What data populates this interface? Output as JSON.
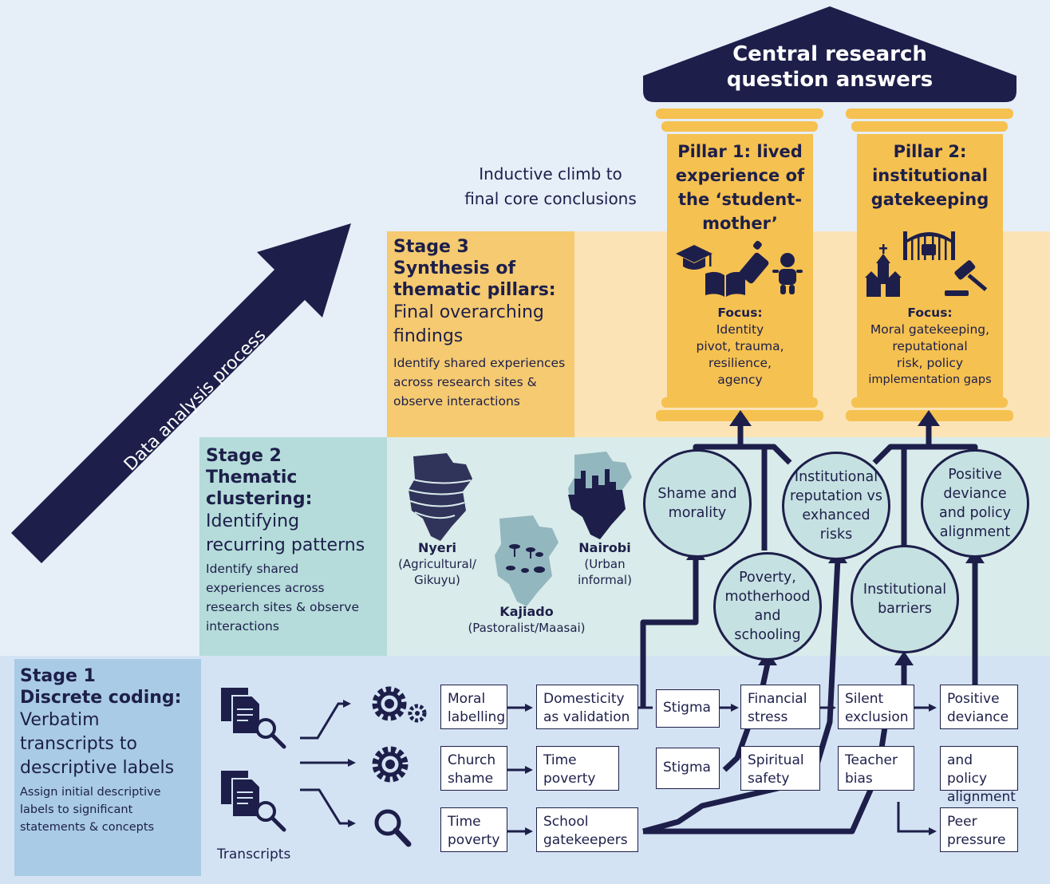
{
  "roof": {
    "line1": "Central research",
    "line2": "question answers"
  },
  "climb_caption": {
    "line1": "Inductive climb to",
    "line2": "final core conclusions"
  },
  "process_arrow_label": "Data analysis process",
  "stage3": {
    "num": "Stage 3",
    "title_line1": "Synthesis of",
    "title_line2": "thematic pillars:",
    "subtitle_line1": "Final overarching",
    "subtitle_line2": "findings",
    "desc_line1": "Identify shared experiences",
    "desc_line2": "across research sites &",
    "desc_line3": "observe interactions"
  },
  "stage2": {
    "num": "Stage 2",
    "title_line1": "Thematic",
    "title_line2": "clustering:",
    "subtitle_line1": "Identifying",
    "subtitle_line2": "recurring patterns",
    "desc_line1": "Identify shared",
    "desc_line2": "experiences across",
    "desc_line3": "research sites & observe",
    "desc_line4": "interactions"
  },
  "stage1": {
    "num": "Stage 1",
    "title": "Discrete coding:",
    "subtitle_line1": "Verbatim",
    "subtitle_line2": "transcripts to",
    "subtitle_line3": "descriptive labels",
    "desc_line1": "Assign initial descriptive",
    "desc_line2": "labels to significant",
    "desc_line3": "statements & concepts"
  },
  "pillar1": {
    "title_line1": "Pillar 1: lived",
    "title_line2": "experience of",
    "title_line3": "the ‘student-",
    "title_line4": "mother’",
    "focus_label": "Focus:",
    "focus_line1": "Identity",
    "focus_line2": "pivot, trauma,",
    "focus_line3": "resilience,",
    "focus_line4": "agency"
  },
  "pillar2": {
    "title_line1": "Pillar 2:",
    "title_line2": "institutional",
    "title_line3": "gatekeeping",
    "focus_label": "Focus:",
    "focus_line1": "Moral gatekeeping,",
    "focus_line2": "reputational",
    "focus_line3": "risk, policy",
    "focus_line4": "implementation gaps"
  },
  "regions": {
    "nyeri": {
      "name": "Nyeri",
      "desc_line1": "(Agricultural/",
      "desc_line2": "Gikuyu)"
    },
    "nairobi": {
      "name": "Nairobi",
      "desc_line1": "(Urban",
      "desc_line2": "informal)"
    },
    "kajiado": {
      "name": "Kajiado",
      "desc_line1": "(Pastoralist/Maasai)"
    }
  },
  "themes": {
    "shame": {
      "line1": "Shame and",
      "line2": "morality"
    },
    "institutional_reputation": {
      "line1": "Institutional",
      "line2": "reputation vs",
      "line3": "exhanced",
      "line4": "risks"
    },
    "positive_deviance": {
      "line1": "Positive",
      "line2": "deviance",
      "line3": "and policy",
      "line4": "alignment"
    },
    "poverty": {
      "line1": "Poverty,",
      "line2": "motherhood",
      "line3": "and",
      "line4": "schooling"
    },
    "institutional_barriers": {
      "line1": "Institutional",
      "line2": "barriers"
    }
  },
  "transcripts_label": "Transcripts",
  "codes": {
    "r1": [
      {
        "line1": "Moral",
        "line2": "labelling"
      },
      {
        "line1": "Domesticity",
        "line2": "as validation"
      },
      {
        "line1": "Stigma",
        "line2": ""
      },
      {
        "line1": "Financial",
        "line2": "stress"
      },
      {
        "line1": "Silent",
        "line2": "exclusion"
      },
      {
        "line1": "Positive",
        "line2": "deviance"
      }
    ],
    "r2": [
      {
        "line1": "Church",
        "line2": "shame"
      },
      {
        "line1": "Time",
        "line2": "poverty"
      },
      {
        "line1": "Stigma",
        "line2": ""
      },
      {
        "line1": "Spiritual",
        "line2": "safety"
      },
      {
        "line1": "Teacher",
        "line2": "bias"
      },
      {
        "line1": "and policy",
        "line2": "alignment"
      }
    ],
    "r3": [
      {
        "line1": "Time",
        "line2": "poverty"
      },
      {
        "line1": "School",
        "line2": "gatekeepers"
      },
      {
        "line1": "Peer",
        "line2": "pressure"
      }
    ]
  },
  "icons": [
    "document-icon",
    "magnifier-icon",
    "gears-icon",
    "gear-icon",
    "graduation-cap-icon",
    "book-icon",
    "baby-bottle-icon",
    "baby-icon",
    "church-icon",
    "gate-icon",
    "gavel-icon",
    "kenya-map-icon"
  ],
  "colors": {
    "navy": "#1d1f4a",
    "stage1_band": "#a9cbe5",
    "stage1_area": "#d4e3f4",
    "stage2_band": "#b5dcda",
    "stage2_area": "#d9ebea",
    "stage3_band": "#f5ca70",
    "stage3_area": "#fbe3b6",
    "pillar": "#f5c150",
    "circle": "#c6e1e1",
    "background": "#e6eef8"
  }
}
